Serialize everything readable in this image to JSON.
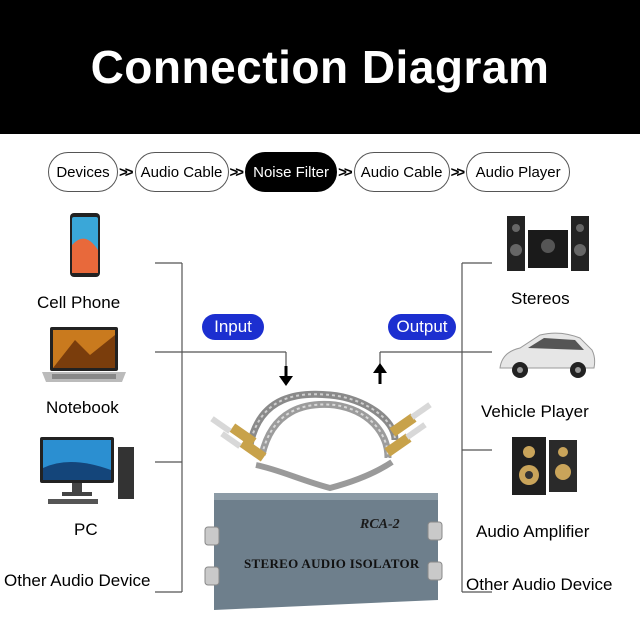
{
  "title": "Connection Diagram",
  "flow": {
    "steps": [
      "Devices",
      "Audio Cable",
      "Noise Filter",
      "Audio Cable",
      "Audio Player"
    ],
    "arrow": ">>"
  },
  "inputs": {
    "tag": "Input",
    "devices": [
      "Cell Phone",
      "Notebook",
      "PC",
      "Other Audio Device"
    ]
  },
  "outputs": {
    "tag": "Output",
    "devices": [
      "Stereos",
      "Vehicle Player",
      "Audio Amplifier",
      "Other Audio Device"
    ]
  },
  "product": {
    "model": "RCA-2",
    "name": "STEREO AUDIO ISOLATOR"
  },
  "colors": {
    "header_bg": "#000000",
    "tag_bg": "#1c2fd0",
    "device_body": "#6e7f8c"
  }
}
